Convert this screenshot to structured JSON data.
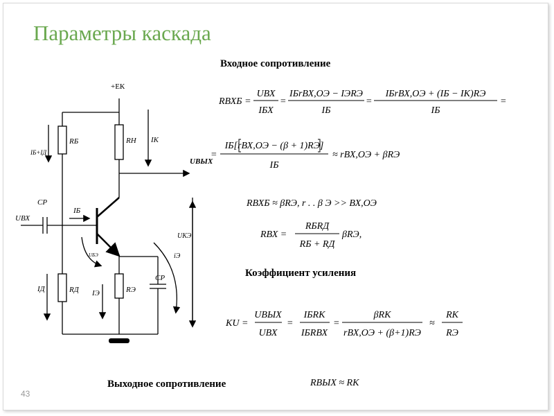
{
  "slide": {
    "title": "Параметры каскада",
    "page_number": "43",
    "headings": {
      "input_resistance": "Входное сопротивление",
      "gain": "Коэффициент усиления",
      "output_resistance": "Выходное сопротивление"
    }
  },
  "circuit": {
    "supply": "+EК",
    "labels": {
      "rb": "RБ",
      "rn": "RН",
      "ik": "IК",
      "ib_id": "IБ+IД",
      "uout": "UВЫХ",
      "cp1": "CР",
      "uin": "UВХ",
      "ib": "IБ",
      "uke": "UКЭ",
      "ube": "UБЭ",
      "ie": "iЭ",
      "id": "IД",
      "rd": "RД",
      "ie2": "IЭ",
      "re": "RЭ",
      "cp2": "CР"
    }
  },
  "equations": {
    "rin_lhs": "RВХБ =",
    "rin_f1_num": "UВХ",
    "rin_f1_den": "IБХ",
    "rin_f2_num": "IБrВХ,ОЭ − IЭRЭ",
    "rin_f2_den": "IБ",
    "rin_f3_num": "IБrВХ,ОЭ + (IБ − IК)RЭ",
    "rin_f3_den": "IБ",
    "eq_sign": "=",
    "rin2_num": "IБ[rВХ,ОЭ − (β + 1)RЭ]",
    "rin2_den": "IБ",
    "rin2_tail": "≈ rВХ,ОЭ + βRЭ",
    "approx_line": "RВХБ ≈ βRЭ, r  . . β  Э >>  ВХ,ОЭ",
    "rvx_lhs": "RВХ =",
    "rvx_num": "RБRД",
    "rvx_den": "RБ + RД",
    "rvx_tail": "βRЭ,",
    "ku_lhs": "KU =",
    "ku_f1_num": "UВЫХ",
    "ku_f1_den": "UВХ",
    "ku_f2_num": "IБRК",
    "ku_f2_den": "IБRВХ",
    "ku_f3_num": "βRК",
    "ku_f3_den": "rВХ,ОЭ + (β+1)RЭ",
    "ku_f4_num": "RК",
    "ku_f4_den": "RЭ",
    "approx": "≈",
    "rout": "RВЫХ ≈ RК"
  }
}
